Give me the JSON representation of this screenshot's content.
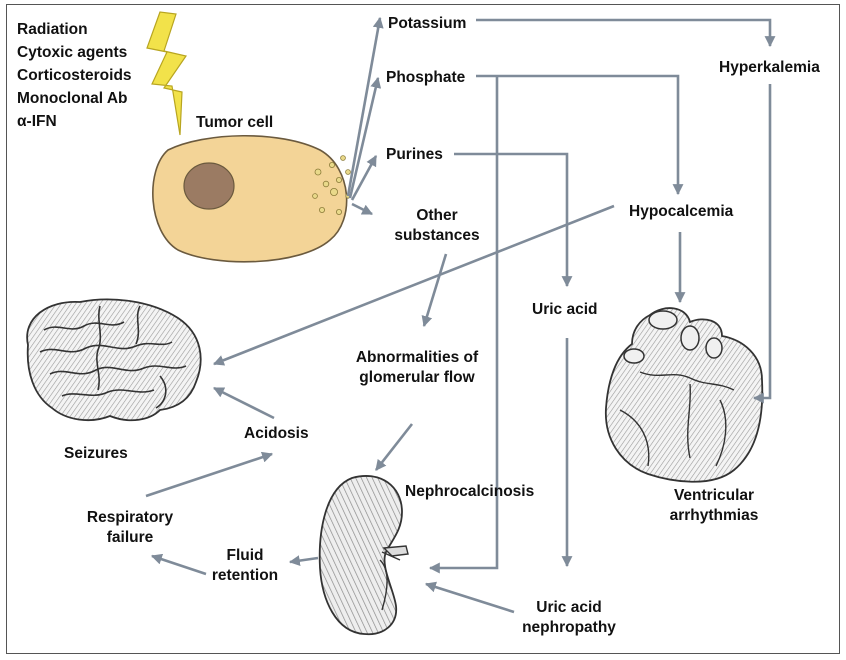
{
  "agents": [
    "Radiation",
    "Cytoxic agents",
    "Corticosteroids",
    "Monoclonal Ab",
    "α-IFN"
  ],
  "labels": {
    "tumor_cell": "Tumor cell",
    "potassium": "Potassium",
    "phosphate": "Phosphate",
    "purines": "Purines",
    "other_substances": "Other substances",
    "hyperkalemia": "Hyperkalemia",
    "hypocalcemia": "Hypocalcemia",
    "uric_acid": "Uric acid",
    "abnormalities": "Abnormalities of glomerular flow",
    "seizures": "Seizures",
    "acidosis": "Acidosis",
    "respiratory_failure": "Respiratory failure",
    "fluid_retention": "Fluid retention",
    "nephrocalcinosis": "Nephrocalcinosis",
    "uric_acid_nephropathy": "Uric acid nephropathy",
    "ventricular_arrhythmias": "Ventricular arrhythmias"
  },
  "colors": {
    "arrow": "#7f8b99",
    "cell_fill": "#f3d497",
    "cell_stroke": "#6b5a3e",
    "nucleus": "#9b7b63",
    "lightning": "#f2e24a"
  },
  "icons": [
    "lightning-bolt-icon",
    "brain-icon",
    "kidney-icon",
    "heart-icon"
  ]
}
